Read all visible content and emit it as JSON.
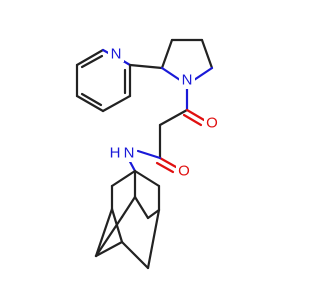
{
  "molecule": {
    "colors": {
      "bond": "#222222",
      "nitrogen": "#1a1ad8",
      "oxygen": "#e01010",
      "background": "#ffffff"
    },
    "labels": {
      "pyridine_n": "N",
      "pyrrolidine_n": "N",
      "ketone_o": "O",
      "amide_o": "O",
      "amide_n": "N",
      "amide_h": "H"
    }
  }
}
